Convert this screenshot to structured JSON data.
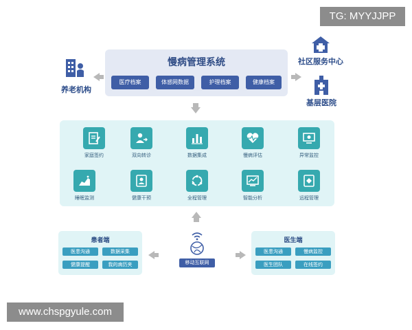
{
  "watermarks": {
    "top_right": "TG: MYYJJPP",
    "bottom_left": "www.chspgyule.com"
  },
  "system": {
    "title": "慢病管理系统",
    "modules": [
      "医疗档案",
      "体感网数据",
      "护理档案",
      "健康档案"
    ]
  },
  "sides": {
    "left": {
      "label": "养老机构",
      "icon": "nursing-home-icon"
    },
    "right_top": {
      "label": "社区服务中心",
      "icon": "community-center-icon"
    },
    "right_bottom": {
      "label": "基层医院",
      "icon": "hospital-icon"
    }
  },
  "functions": [
    {
      "label": "家庭签约",
      "icon": "contract-icon"
    },
    {
      "label": "双向转诊",
      "icon": "referral-icon"
    },
    {
      "label": "数据集成",
      "icon": "bar-chart-icon"
    },
    {
      "label": "慢病评估",
      "icon": "heart-rate-icon"
    },
    {
      "label": "异常监控",
      "icon": "monitor-icon"
    },
    {
      "label": "睡眠监测",
      "icon": "sleep-chart-icon"
    },
    {
      "label": "健康干预",
      "icon": "health-profile-icon"
    },
    {
      "label": "全程管理",
      "icon": "cycle-icon"
    },
    {
      "label": "智能分析",
      "icon": "analysis-icon"
    },
    {
      "label": "远程管理",
      "icon": "remote-icon"
    }
  ],
  "patient": {
    "title": "患者端",
    "items": [
      "医患沟通",
      "数据采集",
      "健康提醒",
      "我的病历夹"
    ]
  },
  "doctor": {
    "title": "医生端",
    "items": [
      "医患沟通",
      "慢病监控",
      "医生团队",
      "在线签约"
    ]
  },
  "network": {
    "label": "移动互联网",
    "icon": "wifi-globe-icon"
  },
  "colors": {
    "primary": "#3f5ea6",
    "teal": "#36a9af",
    "panel": "#e0f4f6",
    "system_panel": "#e4e9f4",
    "arrow": "#b8b8b8"
  }
}
